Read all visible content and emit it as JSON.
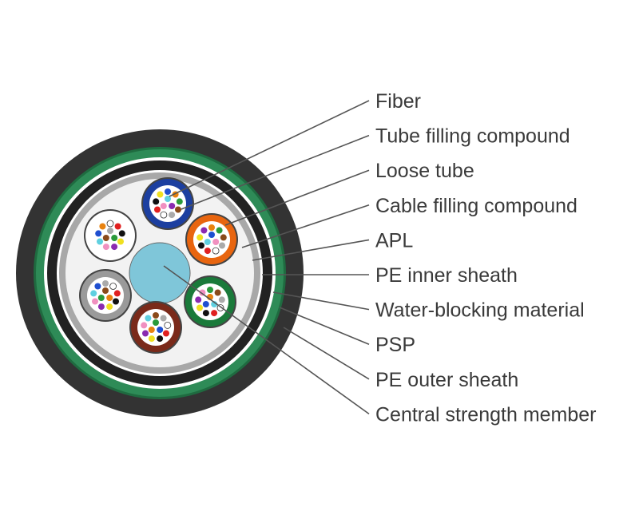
{
  "labels": [
    "Fiber",
    "Tube filling compound",
    "Loose tube",
    "Cable filling compound",
    "APL",
    "PE inner sheath",
    "Water-blocking material",
    "PSP",
    "PE outer sheath",
    "Central strength member"
  ],
  "colors": {
    "outer_sheath": "#333333",
    "psp_ring": "#2e8b57",
    "inner_sheath": "#222222",
    "apl_ring": "#a8a8a8",
    "cable_filling": "#f2f2f2",
    "central_member": "#7fc6d9",
    "tube_colors": [
      "#1c3fa0",
      "#e8650f",
      "#1a7a3a",
      "#7a2a1a",
      "#9a9a9a",
      "#ffffff"
    ],
    "fiber_colors": [
      "#1f4fd0",
      "#e8820f",
      "#2a9a3a",
      "#8a4a1a",
      "#aaaaaa",
      "#ffffff",
      "#e02020",
      "#111111",
      "#f0e020",
      "#8a2ab0",
      "#f090c0",
      "#60d0e0"
    ]
  }
}
